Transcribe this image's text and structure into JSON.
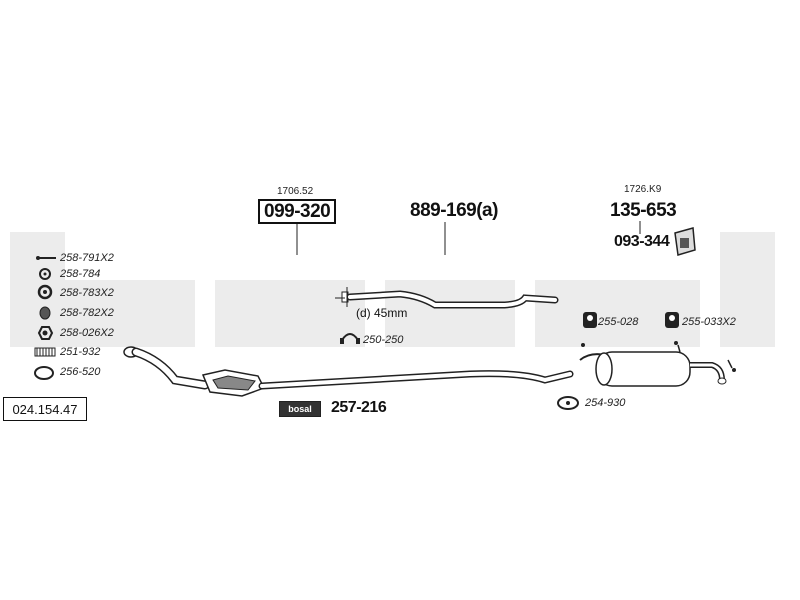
{
  "part_number": "024.154.47",
  "watermark": "bosal",
  "small_parts": [
    {
      "code": "258-791X2",
      "icon": "bolt-icon"
    },
    {
      "code": "258-784",
      "icon": "washer-icon"
    },
    {
      "code": "258-783X2",
      "icon": "spring-washer-icon"
    },
    {
      "code": "258-782X2",
      "icon": "nut-icon"
    },
    {
      "code": "258-026X2",
      "icon": "hex-nut-icon"
    },
    {
      "code": "251-932",
      "icon": "spring-icon"
    },
    {
      "code": "256-520",
      "icon": "gasket-ring-icon"
    }
  ],
  "components": {
    "catalyst": {
      "ref": "1706.52",
      "code": "099-320"
    },
    "middle_pipe": {
      "code": "889-169(a)",
      "note": "(d) 45mm"
    },
    "rear_silencer": {
      "ref": "1726.K9",
      "code": "135-653"
    },
    "heat_shield": {
      "code": "093-344"
    },
    "mounting_kit": {
      "code": "257-216",
      "brand_badge": "bosal"
    }
  },
  "fittings": {
    "clamp_front": "250-250",
    "rubber_hanger_1": "255-028",
    "rubber_hanger_2": "255-033X2",
    "clamp_rear": "254-930"
  }
}
